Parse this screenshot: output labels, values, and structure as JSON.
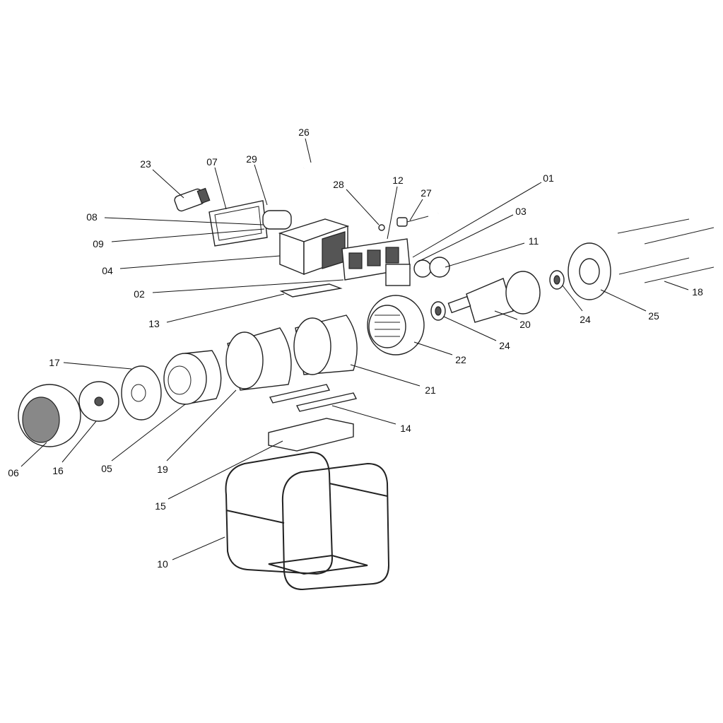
{
  "diagram": {
    "type": "exploded-parts-view",
    "labels": {
      "l26": "26",
      "l23": "23",
      "l07": "07",
      "l29": "29",
      "l28": "28",
      "l12": "12",
      "l27": "27",
      "l01": "01",
      "l03": "03",
      "l08": "08",
      "l09": "09",
      "l11": "11",
      "l04": "04",
      "l02": "02",
      "l13": "13",
      "l18": "18",
      "l24a": "24",
      "l25": "25",
      "l20": "20",
      "l24b": "24",
      "l22": "22",
      "l17": "17",
      "l21": "21",
      "l14": "14",
      "l06": "06",
      "l16": "16",
      "l05": "05",
      "l19": "19",
      "l15": "15",
      "l10": "10"
    }
  }
}
